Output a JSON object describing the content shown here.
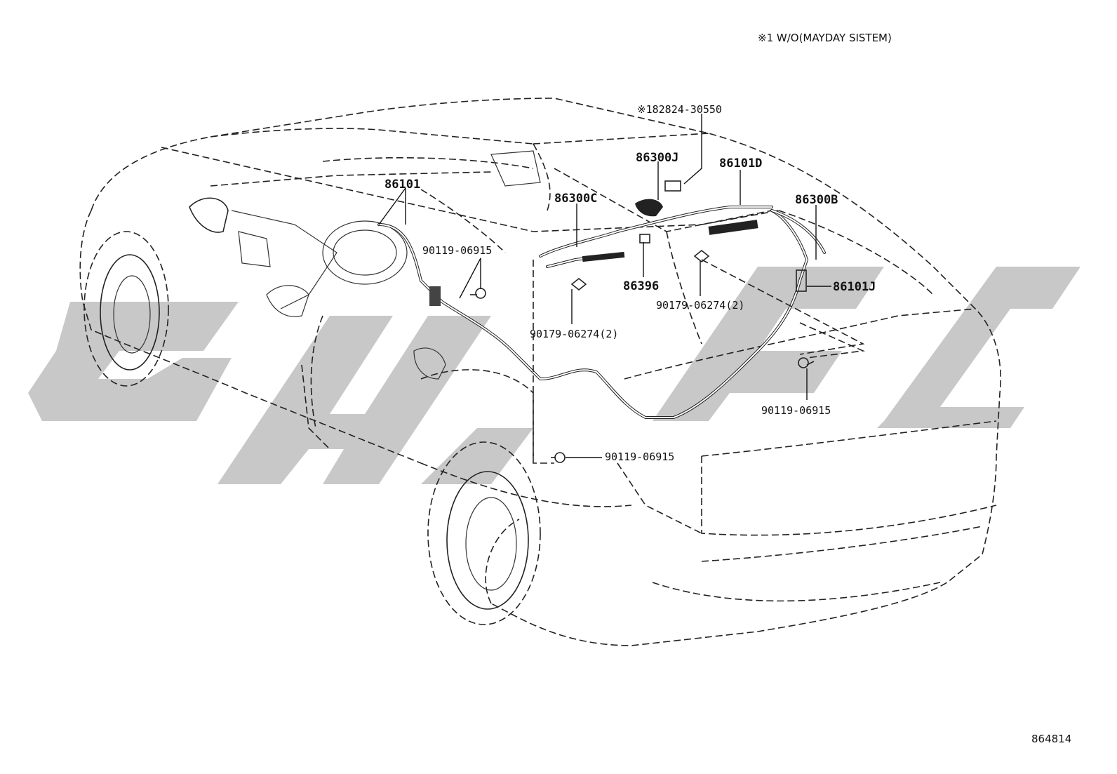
{
  "note": "※1 W/O(MAYDAY SISTEM)",
  "diagram_id": "864814",
  "parts": [
    {
      "key": "p_82824",
      "label": "※182824-30550"
    },
    {
      "key": "p_86300J",
      "label": "86300J"
    },
    {
      "key": "p_86101D",
      "label": "86101D"
    },
    {
      "key": "p_86101",
      "label": "86101"
    },
    {
      "key": "p_86300C",
      "label": "86300C"
    },
    {
      "key": "p_86300B",
      "label": "86300B"
    },
    {
      "key": "p_90119_a",
      "label": "90119-06915"
    },
    {
      "key": "p_86396",
      "label": "86396"
    },
    {
      "key": "p_86101J",
      "label": "86101J"
    },
    {
      "key": "p_90179_b",
      "label": "90179-06274(2)"
    },
    {
      "key": "p_90179_a",
      "label": "90179-06274(2)"
    },
    {
      "key": "p_90119_b",
      "label": "90119-06915"
    },
    {
      "key": "p_90119_c",
      "label": "90119-06915"
    }
  ],
  "colors": {
    "watermark": "#c8c8c8",
    "line": "#222222",
    "background": "#ffffff"
  }
}
